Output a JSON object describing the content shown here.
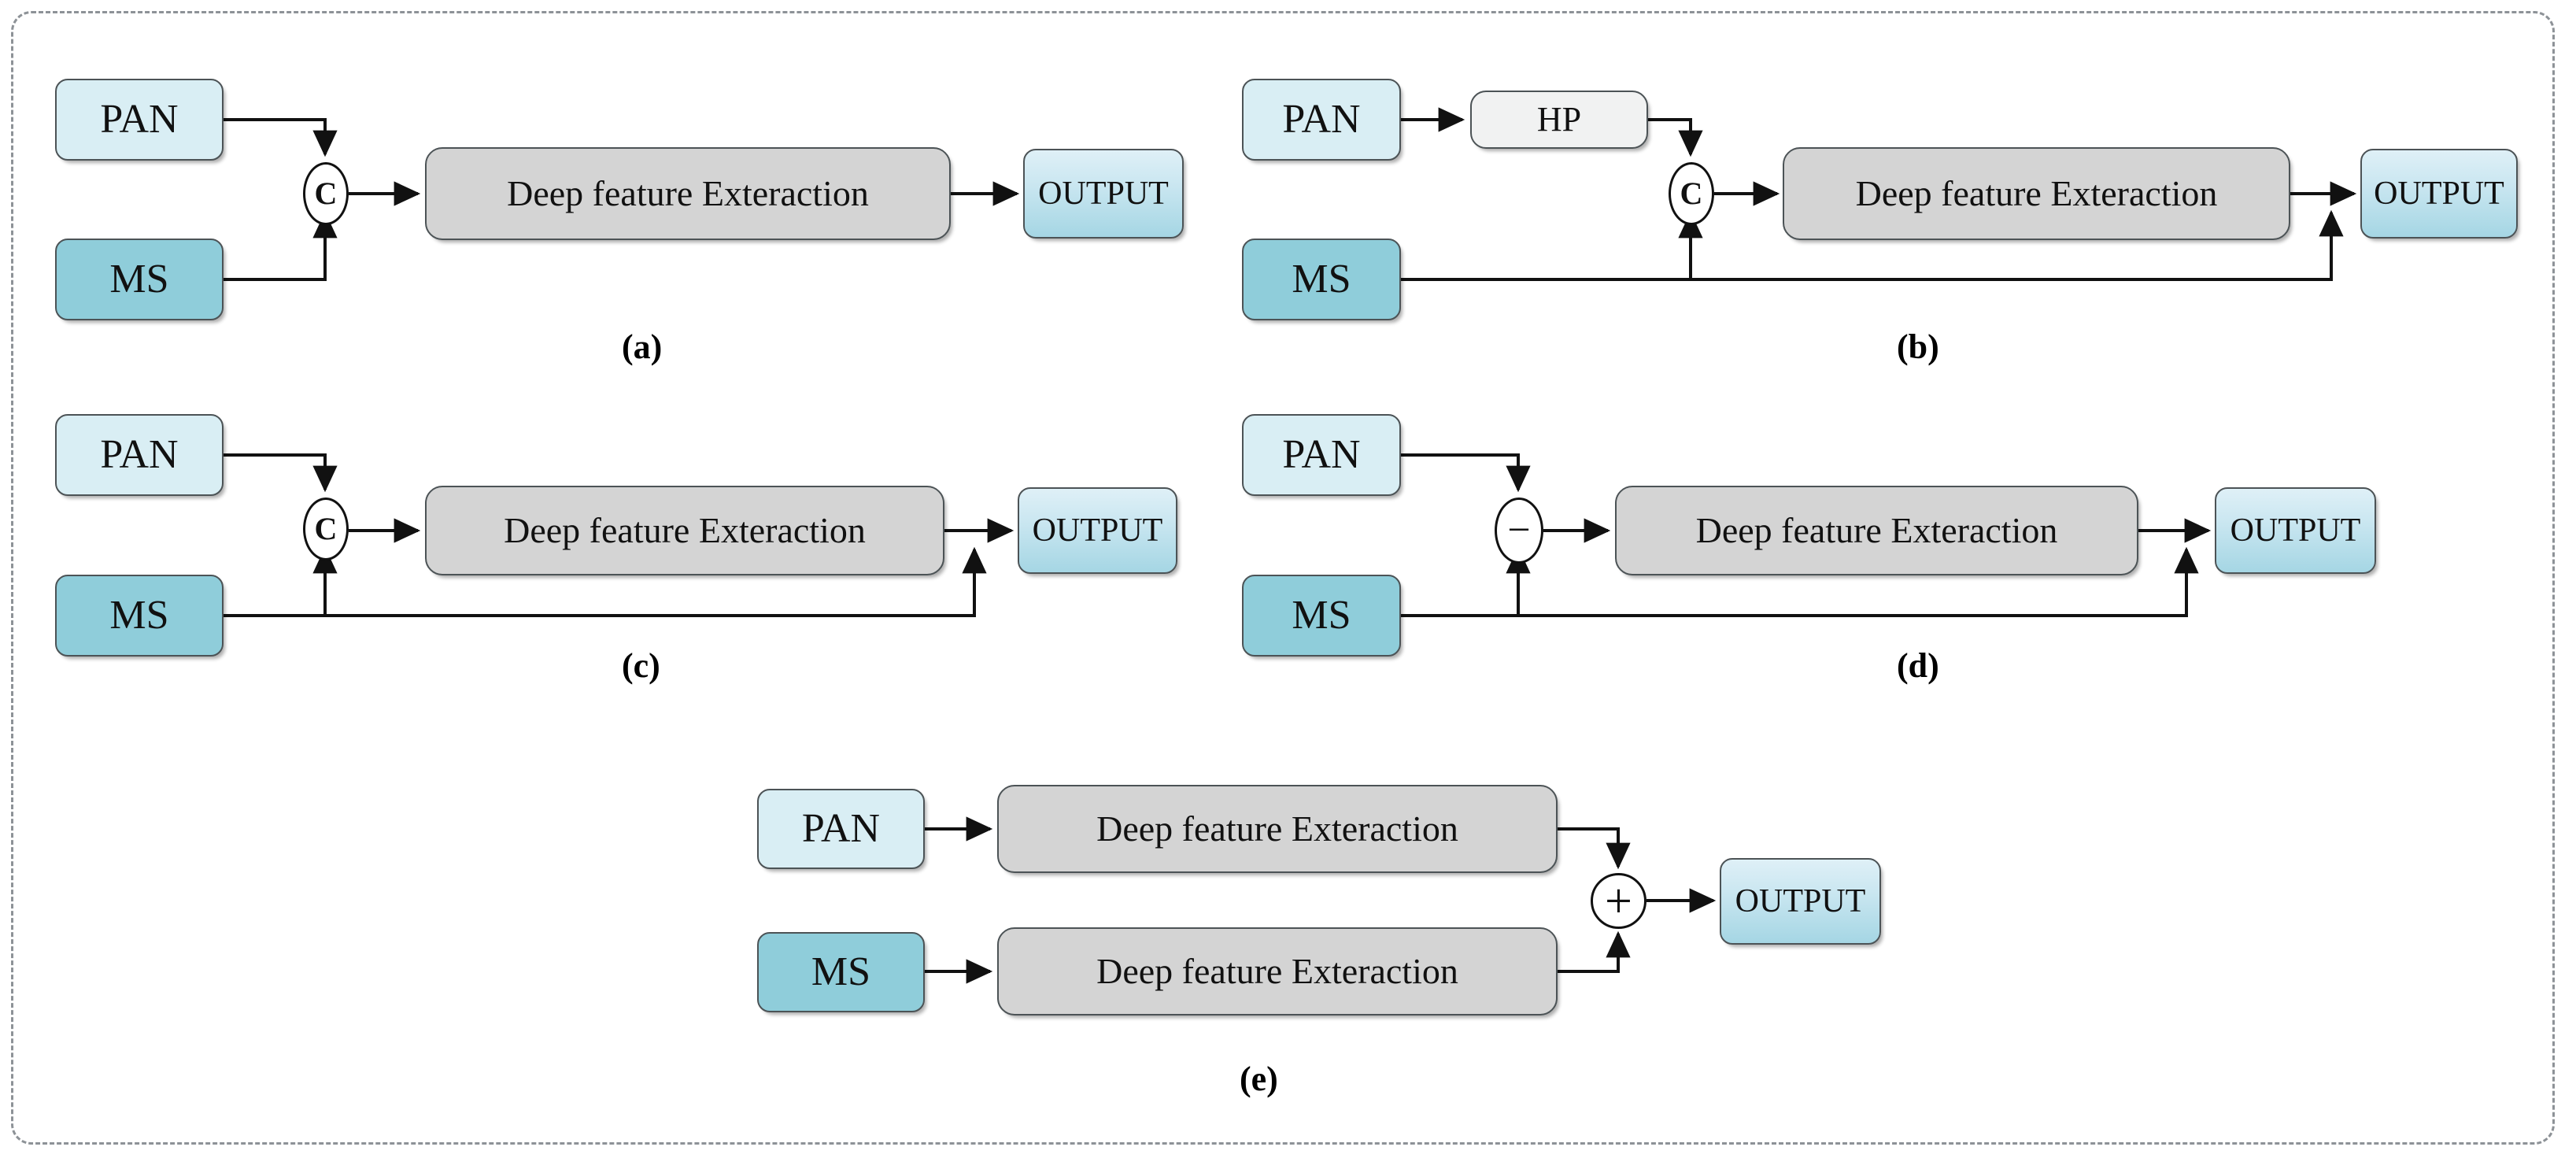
{
  "figure": {
    "border_color": "#8d9297",
    "background": "#ffffff"
  },
  "palette": {
    "pan_fill": "#d9eef4",
    "ms_fill": "#8fcdda",
    "hp_fill": "#f1f2f2",
    "deep_feature_fill": "#d4d4d4",
    "output_fill_top": "#dff0f7",
    "output_fill_bottom": "#a5d6e4",
    "stroke": "#4c5356",
    "wire": "#1a1a1a",
    "text": "#111111"
  },
  "labels": {
    "pan": "PAN",
    "ms": "MS",
    "hp": "HP",
    "deep_feature": "Deep feature Exteraction",
    "output": "OUTPUT",
    "concat_symbol": "C",
    "subtract_symbol": "−",
    "add_symbol": "+"
  },
  "panels": [
    {
      "id": "a",
      "caption": "(a)",
      "nodes": {
        "pan": "PAN",
        "ms": "MS",
        "op": "C",
        "deep_feature": "Deep feature Exteraction",
        "output": "OUTPUT"
      }
    },
    {
      "id": "b",
      "caption": "(b)",
      "nodes": {
        "pan": "PAN",
        "hp": "HP",
        "ms": "MS",
        "op": "C",
        "deep_feature": "Deep feature Exteraction",
        "output": "OUTPUT"
      }
    },
    {
      "id": "c",
      "caption": "(c)",
      "nodes": {
        "pan": "PAN",
        "ms": "MS",
        "op": "C",
        "deep_feature": "Deep feature Exteraction",
        "output": "OUTPUT"
      }
    },
    {
      "id": "d",
      "caption": "(d)",
      "nodes": {
        "pan": "PAN",
        "ms": "MS",
        "op": "−",
        "deep_feature": "Deep feature Exteraction",
        "output": "OUTPUT"
      }
    },
    {
      "id": "e",
      "caption": "(e)",
      "nodes": {
        "pan": "PAN",
        "ms": "MS",
        "deep_feature_top": "Deep feature Exteraction",
        "deep_feature_bottom": "Deep feature Exteraction",
        "op": "+",
        "output": "OUTPUT"
      }
    }
  ]
}
